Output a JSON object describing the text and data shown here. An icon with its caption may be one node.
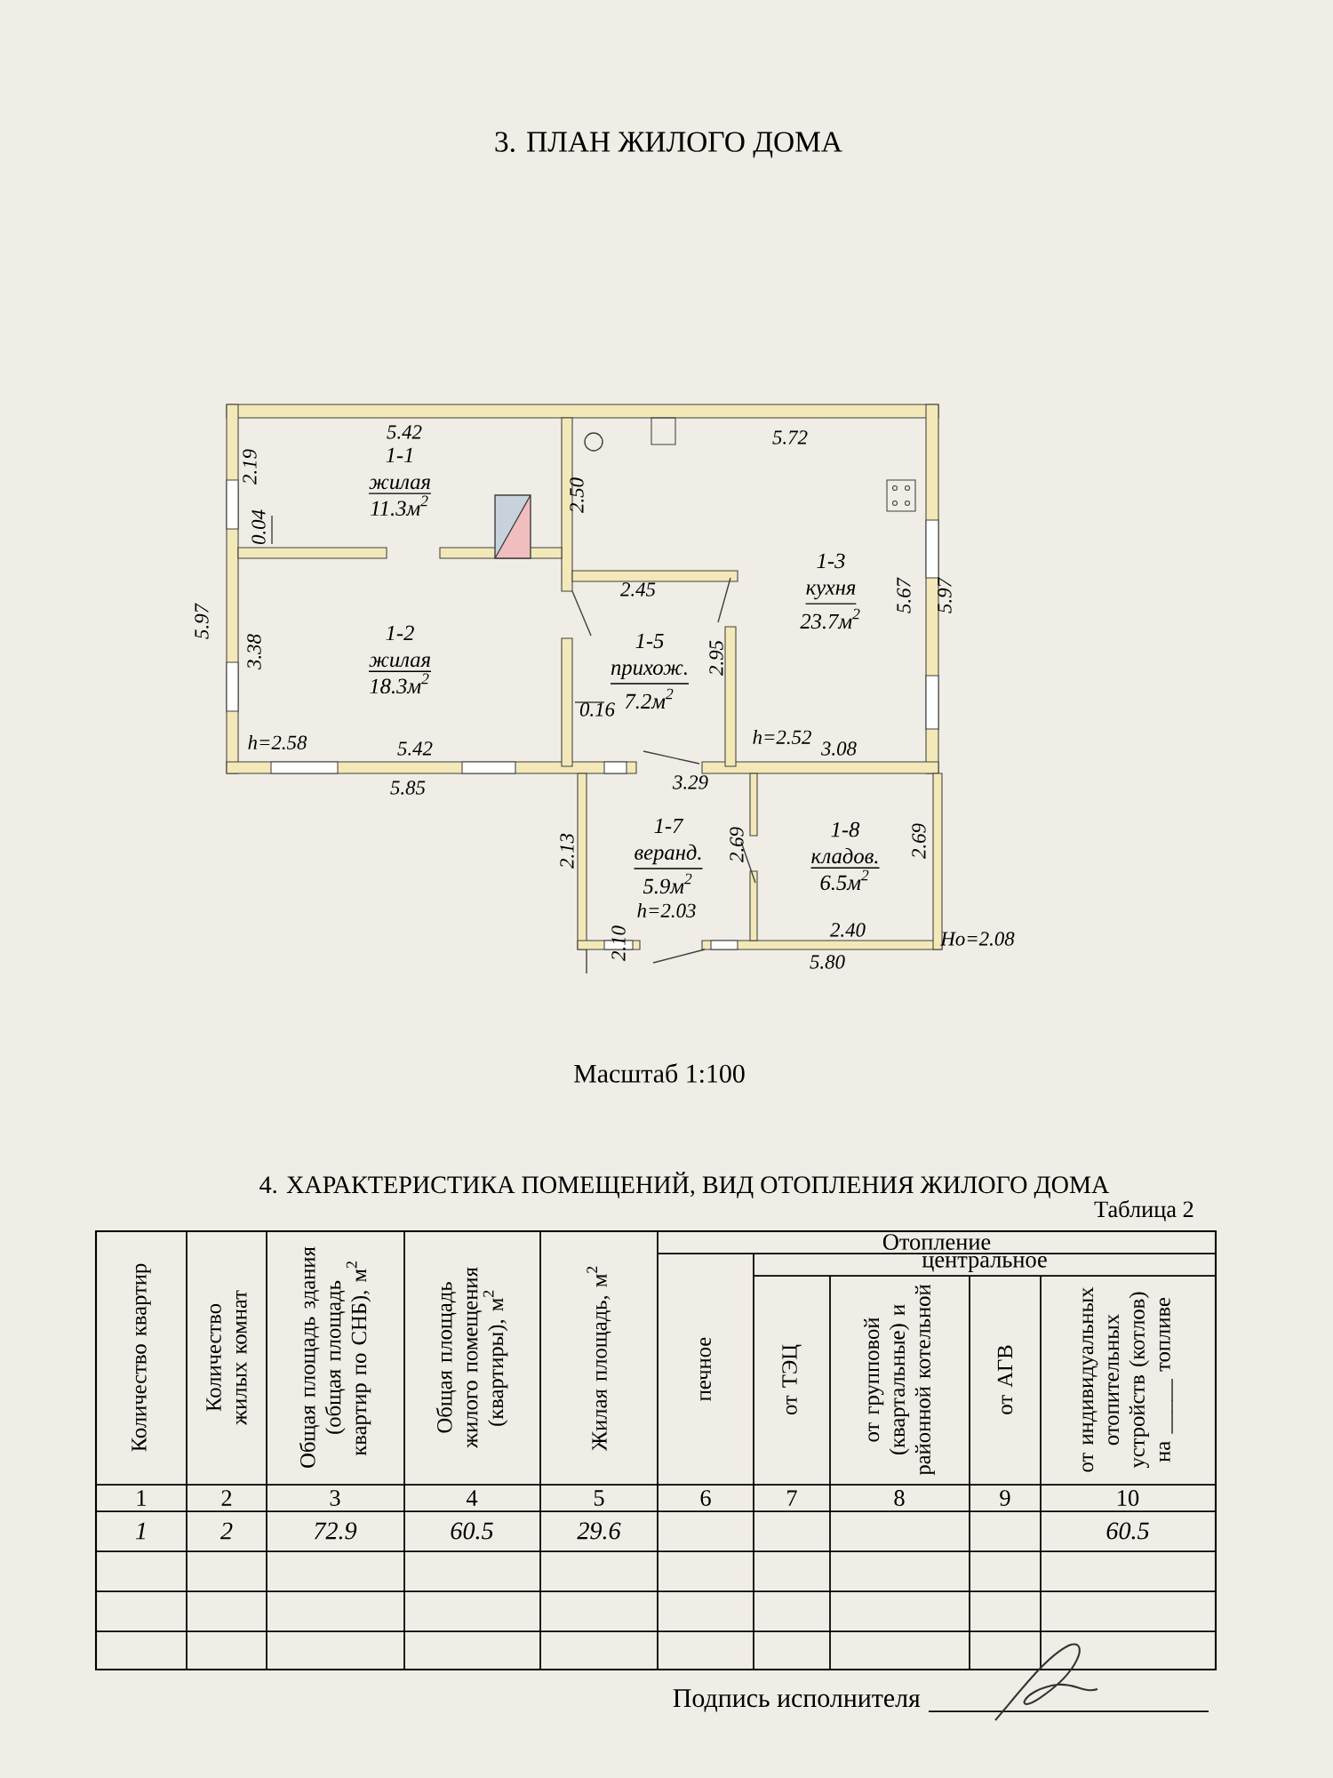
{
  "diagram": {
    "title": "3. ПЛАН ЖИЛОГО ДОМА",
    "nodes": [
      {
        "text": [
          "1-1",
          "жилая",
          "11.3м$^{2}$"
        ]
      },
      {
        "text": [
          "1-2",
          "жилая",
          "18.3м$^{2}$"
        ]
      },
      {
        "text": [
          "1-5",
          "прихож.",
          "7.2м$^{2}$"
        ]
      },
      {
        "text": [
          "1-3",
          "кухня",
          "23.7м$^{2}$"
        ]
      },
      {
        "text": [
          "1-7",
          "веранд.",
          "5.9м$^{2}$"
        ]
      },
      {
        "text": [
          "1-8",
          "кладов.",
          "6.5м$^{2}$"
        ]
      }
    ],
    "labels": [
      "5.42",
      "2.19",
      "0.04",
      "5.72",
      "2.50",
      "5.67",
      "5.97",
      "5.97",
      "3.38",
      "2.45",
      "2.95",
      "0.16",
      "h=2.58",
      "5.42",
      "h=2.52",
      "3.08",
      "5.85",
      "3.29",
      "2.13",
      "2.69",
      "2.69",
      "h=2.03",
      "2.40",
      "Hо=2.08",
      "5.80",
      "2.10",
      "Масштаб 1:100",
      "4. ХАРАКТЕРИСТИКА ПОМЕЩЕНИЙ, ВИД ОТОПЛЕНИЯ ЖИЛОГО ДОМА",
      "Таблица 2",
      "Количество квартир",
      "Количество жилых комнат",
      "Общая площадь здания (общая площадь квартир по СНБ), м$^{2}$",
      "Общая площадь жилого помещения (квартиры), м$^{2}$",
      "Жилая площадь, м$^{2}$",
      "Отопление",
      "печное",
      "центральное",
      "от ТЭЦ",
      "от групповой (квартальные) и районной котельной",
      "от АГВ",
      "от индивидуальных отопительных устройств (котлов) на _____ топливе",
      "1",
      "2",
      "3",
      "4",
      "5",
      "6",
      "7",
      "8",
      "9",
      "10",
      "1",
      "2",
      "72.9",
      "60.5",
      "29.6",
      "60.5",
      "Подпись исполнителя"
    ]
  }
}
